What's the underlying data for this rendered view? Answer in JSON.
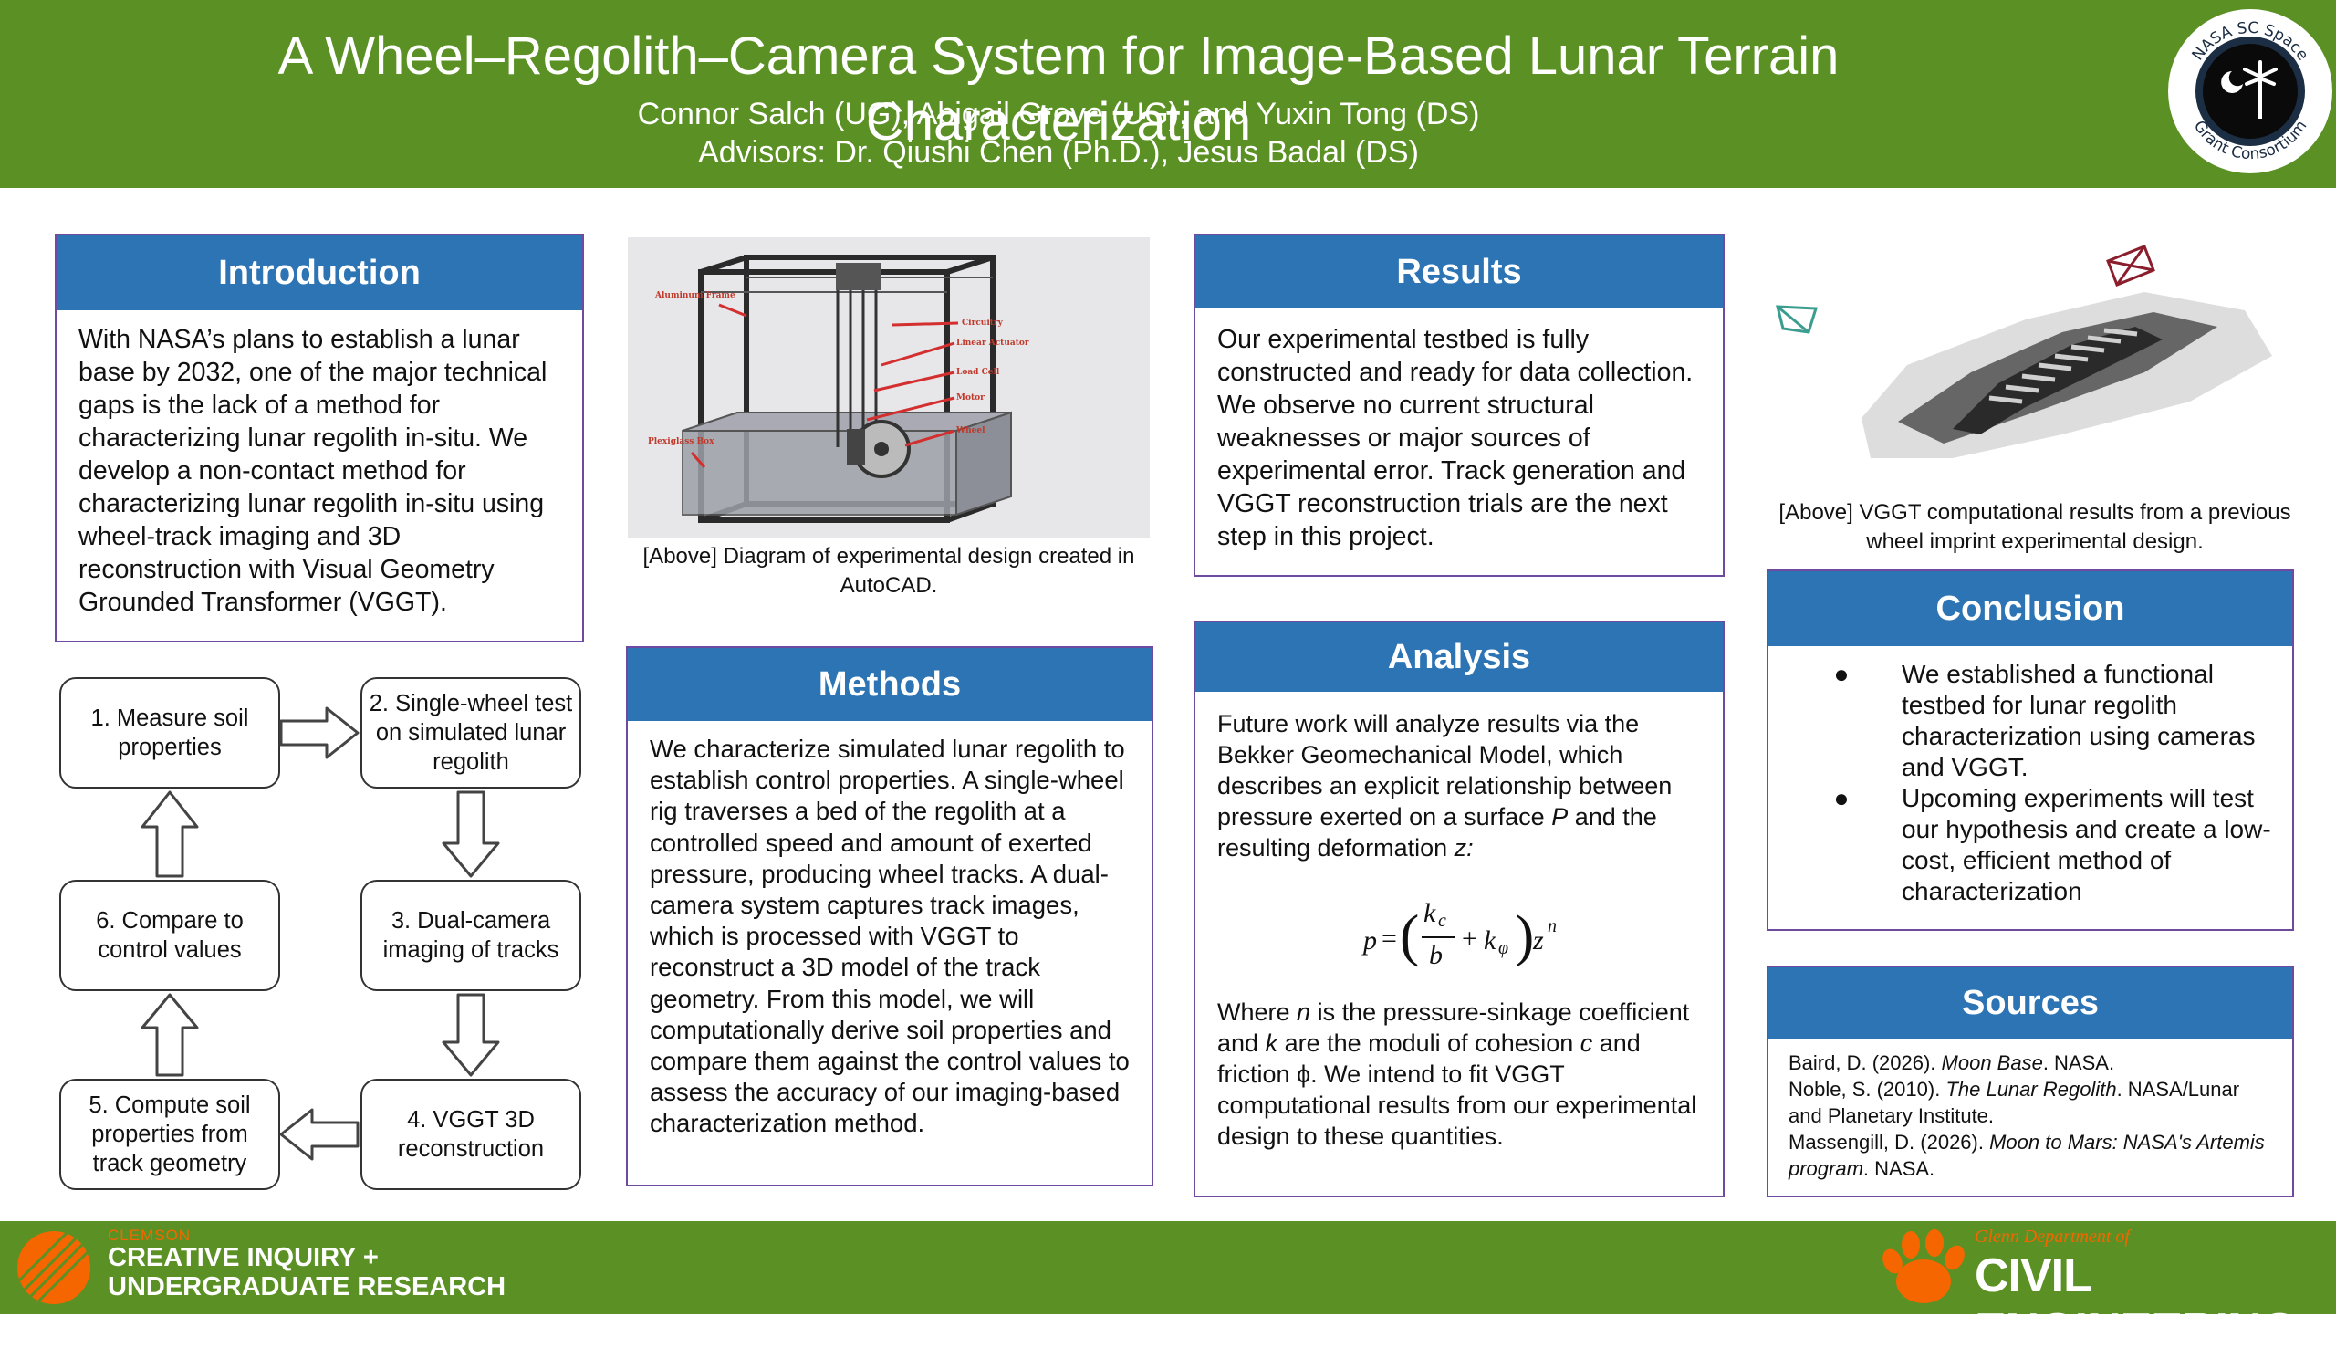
{
  "header": {
    "title": "A Wheel–Regolith–Camera System for Image-Based Lunar Terrain Characterization",
    "authors": "Connor Salch (UG), Abigail Grove (UG), and Yuxin Tong (DS)",
    "advisors": "Advisors: Dr. Qiushi Chen (Ph.D.), Jesus Badal (DS)",
    "logo_top": "NASA SC Space",
    "logo_bottom": "Grant Consortium"
  },
  "colors": {
    "header_green": "#5b9124",
    "section_blue": "#2c74b3",
    "border_purple": "#6f4aa1",
    "clemson_orange": "#f56600"
  },
  "introduction": {
    "heading": "Introduction",
    "body": "With NASA’s plans to establish a lunar base by 2032, one of the major technical gaps is the lack of a method for characterizing lunar regolith in-situ. We develop a non-contact method for characterizing lunar regolith in-situ using wheel-track imaging and 3D reconstruction with Visual Geometry Grounded Transformer (VGGT)."
  },
  "flowchart": {
    "step1": "1. Measure soil properties",
    "step2": "2. Single-wheel test on simulated lunar regolith",
    "step3": "3. Dual-camera imaging of tracks",
    "step4": "4. VGGT 3D reconstruction",
    "step5": "5. Compute soil properties from track geometry",
    "step6": "6. Compare to control values"
  },
  "diagram": {
    "labels": {
      "frame": "Aluminum Frame",
      "box": "Plexiglass Box",
      "circuitry": "Circuitry",
      "actuator": "Linear Actuator",
      "load_cell": "Load Cell",
      "motor": "Motor",
      "wheel": "Wheel"
    },
    "caption": "[Above] Diagram of experimental design created in AutoCAD."
  },
  "methods": {
    "heading": "Methods",
    "body": "We characterize simulated lunar regolith to establish control properties. A single-wheel rig traverses a bed of the regolith at a controlled speed and amount of exerted pressure, producing wheel tracks. A dual-camera system captures track images, which is processed with VGGT to reconstruct a 3D model of the track geometry. From this model, we will computationally derive soil properties and compare them against the control values to assess the accuracy of our imaging-based characterization method."
  },
  "results": {
    "heading": "Results",
    "body": "Our experimental testbed is fully constructed and ready for data collection. We observe no current structural weaknesses or major sources of experimental error. Track generation and VGGT reconstruction trials are the next step in this project."
  },
  "analysis": {
    "heading": "Analysis",
    "body_a": "Future work will analyze results via the Bekker Geomechanical Model, which describes an explicit relationship between pressure exerted on a surface ",
    "var_p": "P",
    "body_b": " and the resulting deformation ",
    "var_z": "z:",
    "eq": {
      "p": "p",
      "eq": "=",
      "kc": "k",
      "c": "c",
      "b": "b",
      "plus": "+",
      "kphi": "k",
      "phi": "φ",
      "z": "z",
      "n": "n"
    },
    "w1": "Where ",
    "n": "n",
    "w2": " is the pressure-sinkage coefficient and ",
    "k": "k",
    "w3": " are the moduli of cohesion ",
    "c": "c",
    "w4": " and friction ϕ. We intend to fit VGGT computational results from our experimental design to these quantities."
  },
  "vggt_image": {
    "caption": "[Above] VGGT computational results from a previous wheel imprint experimental design."
  },
  "conclusion": {
    "heading": "Conclusion",
    "bullet": "●",
    "items": [
      "We established a functional testbed for lunar regolith characterization using cameras and VGGT.",
      "Upcoming experiments will test our hypothesis and create a low-cost, efficient method of characterization"
    ]
  },
  "sources": {
    "heading": "Sources",
    "s1a": "Baird, D. (2026). ",
    "s1b": "Moon Base",
    "s1c": ". NASA.",
    "s2a": "Noble, S. (2010). ",
    "s2b": "The Lunar Regolith",
    "s2c": ". NASA/Lunar and Planetary Institute.",
    "s3a": "Massengill, D. (2026). ",
    "s3b": "Moon to Mars: NASA's Artemis program",
    "s3c": ". NASA."
  },
  "footer": {
    "clemson": "CLEMSON",
    "ci_line1": "CREATIVE INQUIRY +",
    "ci_line2": "UNDERGRADUATE RESEARCH",
    "glenn": "Glenn Department of",
    "civil": "CIVIL ENGINEERING"
  }
}
